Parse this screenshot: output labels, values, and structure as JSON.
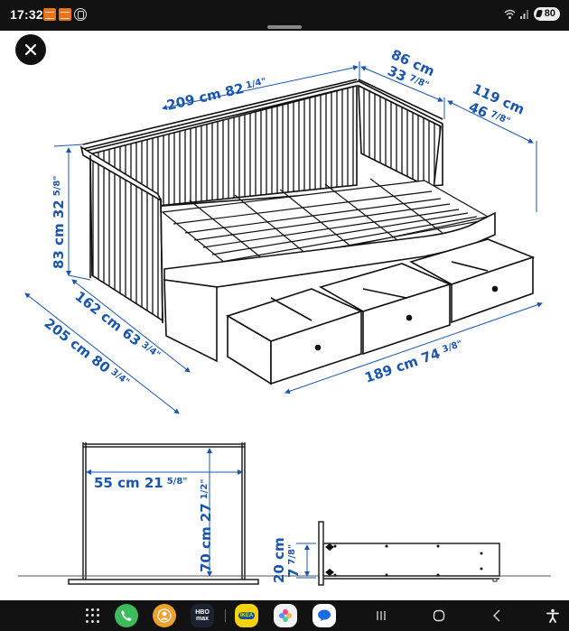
{
  "status_bar": {
    "time": "17:32",
    "battery": "80"
  },
  "viewer": {
    "close_label": "×"
  },
  "diagram": {
    "product": "Daybed with 3 drawers",
    "top_view_dimensions": {
      "length_back": "209 cm 82",
      "length_back_frac": "1/4\"",
      "depth_top": "86 cm",
      "depth_top_in": "33",
      "depth_top_frac": "7/8\"",
      "depth_extended_cm": "119 cm",
      "depth_extended_in": "46",
      "depth_extended_frac": "7/8\"",
      "height": "83 cm 32",
      "height_frac": "5/8\"",
      "side_length": "162 cm 63",
      "side_length_frac": "3/4\"",
      "extended_width": "205 cm 80",
      "extended_width_frac": "3/4\"",
      "front_length": "189 cm 74",
      "front_length_frac": "3/8\""
    },
    "side_view_dimensions": {
      "width": "55 cm 21",
      "width_frac": "5/8\"",
      "height": "70 cm 27",
      "height_frac": "1/2\"",
      "drawer_height_cm": "20 cm",
      "drawer_height_in": "7",
      "drawer_height_frac": "7/8\""
    },
    "accent_color": "#1a56b0"
  },
  "nav_bar": {
    "apps": [
      {
        "name": "Phone",
        "color": "#3dbb5c"
      },
      {
        "name": "Contacts",
        "color": "#f0a12d"
      },
      {
        "name": "HBO Max",
        "label": "HBO max",
        "color": "#1c2230"
      },
      {
        "name": "IKEA",
        "label": "IKEA",
        "color": "#f6d20b"
      },
      {
        "name": "Gallery",
        "color": "#f2f2f2"
      },
      {
        "name": "Messages",
        "color": "#ffffff"
      }
    ]
  }
}
